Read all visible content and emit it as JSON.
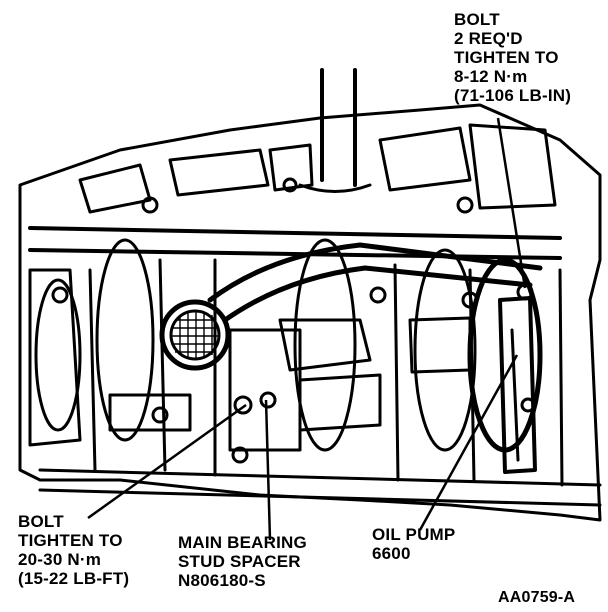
{
  "callouts": {
    "top_bolt": [
      "BOLT",
      "2 REQ'D",
      "TIGHTEN TO",
      "8-12 N·m",
      "(71-106 LB-IN)"
    ],
    "main_bolt": [
      "BOLT",
      "TIGHTEN TO",
      "20-30 N·m",
      "(15-22 LB-FT)"
    ],
    "spacer": [
      "MAIN BEARING",
      "STUD SPACER",
      "N806180-S"
    ],
    "pump": [
      "OIL PUMP",
      "6600"
    ]
  },
  "figure_id": "AA0759-A",
  "colors": {
    "ink": "#000000",
    "paper": "#ffffff"
  }
}
